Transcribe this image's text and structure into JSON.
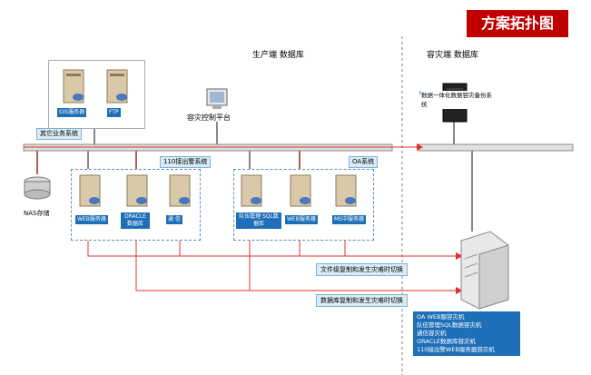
{
  "title": "方案拓扑图",
  "zones": {
    "production": "生产端 数据库",
    "disaster": "容灾端 数据库"
  },
  "top_group": {
    "items": [
      {
        "label": "GIS服务器",
        "icon": "server-icon"
      },
      {
        "label": "FTP",
        "icon": "server-icon"
      }
    ],
    "caption": "其它业务系统"
  },
  "control_platform": "容灾控制平台",
  "storage": "NAS存储",
  "group_110": {
    "caption": "110接出警系统",
    "items": [
      {
        "label": "WEB服务器"
      },
      {
        "label": "ORACLE 数据库"
      },
      {
        "label": "通 信"
      }
    ]
  },
  "group_oa": {
    "caption": "OA系统",
    "items": [
      {
        "label": "队伍管理 SQL数据库"
      },
      {
        "label": "WEB服务器"
      },
      {
        "label": "MS中服务器"
      }
    ]
  },
  "dr_system": "数据一体化数据容灾备份系统",
  "links": {
    "file_level": "文件级复制和发生灾难时切换",
    "db_level": "数据库复制和发生灾难时切换"
  },
  "dr_list": [
    "OA WEB服容灾机",
    "队伍管理SQL数据容灾机",
    "通信容灾机",
    "ORACLE数据库容灾机",
    "110接出警WEB服务器容灾机"
  ],
  "colors": {
    "title_bg": "#c00000",
    "bus": "#808080",
    "link_red": "#e03030",
    "tag_blue": "#1e6fb8"
  }
}
